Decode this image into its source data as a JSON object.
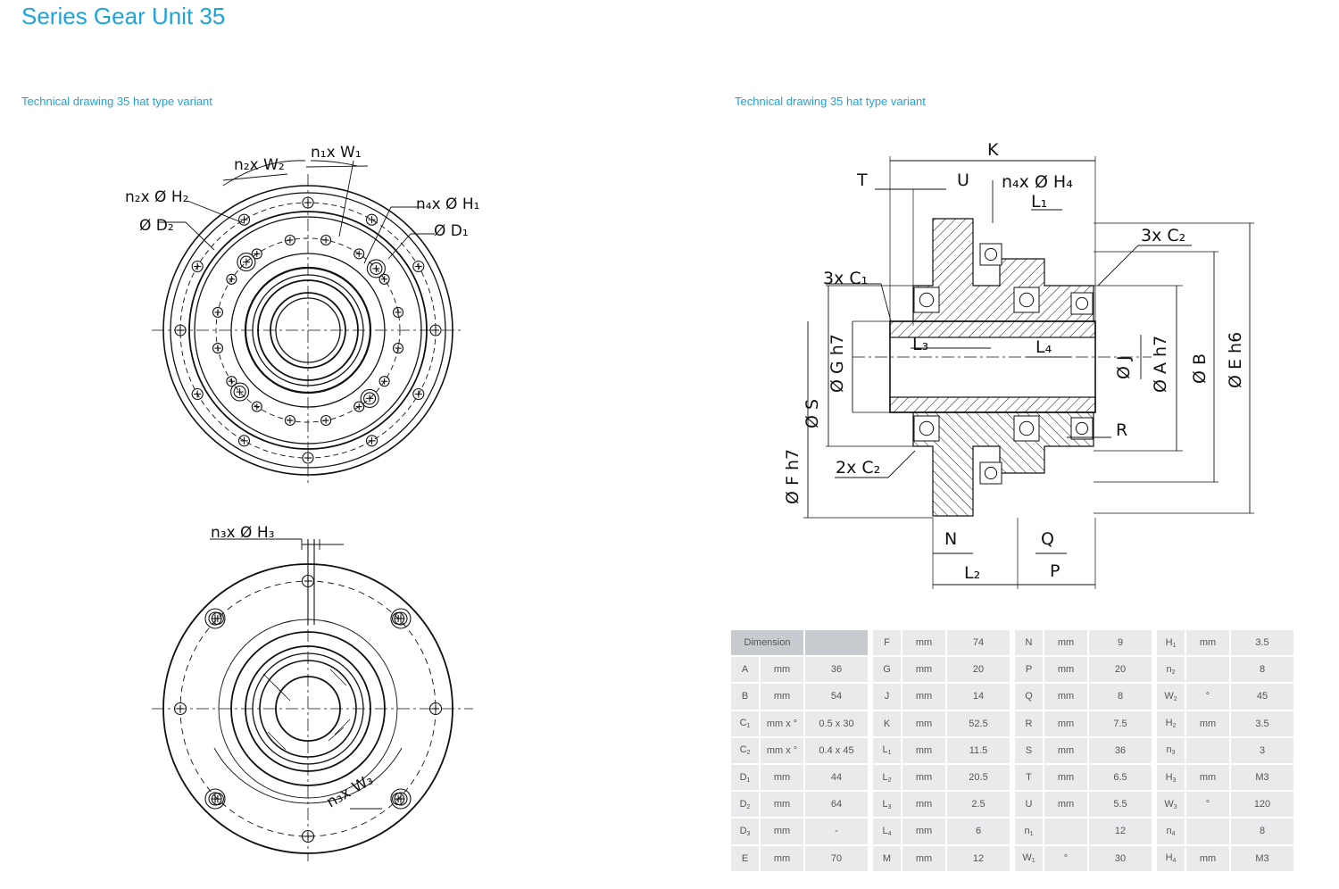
{
  "title": "Series Gear Unit 35",
  "captions": {
    "left": "Technical drawing 35 hat type variant",
    "right": "Technical drawing 35 hat type variant"
  },
  "drawing_labels": {
    "front": {
      "n2_w2": "n₂x W₂",
      "n1_w1": "n₁x W₁",
      "n2_h2": "n₂x Ø H₂",
      "n4_h1": "n₄x Ø H₁",
      "d2": "Ø D₂",
      "d1": "Ø D₁"
    },
    "rear": {
      "n3_h3": "n₃x Ø H₃",
      "n3_w3": "n₃x W₃"
    },
    "section": {
      "k": "K",
      "t": "T",
      "u": "U",
      "n4_h4": "n₄x Ø H₄",
      "l1": "L₁",
      "c2_3x": "3x C₂",
      "c1_3x": "3x C₁",
      "l3": "L₃",
      "l4": "L₄",
      "g": "Ø G h7",
      "j": "Ø J",
      "a": "Ø A h7",
      "b": "Ø B",
      "e": "Ø E h6",
      "s": "Ø S",
      "f": "Ø F h7",
      "r": "R",
      "c2_2x": "2x C₂",
      "n": "N",
      "q": "Q",
      "l2": "L₂",
      "p": "P"
    }
  },
  "table": {
    "header": "Dimension",
    "columns": [
      [
        {
          "dim": "A",
          "sub": "",
          "unit": "mm",
          "value": "36"
        },
        {
          "dim": "B",
          "sub": "",
          "unit": "mm",
          "value": "54"
        },
        {
          "dim": "C",
          "sub": "1",
          "unit": "mm x °",
          "value": "0.5 x 30"
        },
        {
          "dim": "C",
          "sub": "2",
          "unit": "mm x °",
          "value": "0.4 x 45"
        },
        {
          "dim": "D",
          "sub": "1",
          "unit": "mm",
          "value": "44"
        },
        {
          "dim": "D",
          "sub": "2",
          "unit": "mm",
          "value": "64"
        },
        {
          "dim": "D",
          "sub": "3",
          "unit": "mm",
          "value": "-"
        },
        {
          "dim": "E",
          "sub": "",
          "unit": "mm",
          "value": "70"
        }
      ],
      [
        {
          "dim": "F",
          "sub": "",
          "unit": "mm",
          "value": "74"
        },
        {
          "dim": "G",
          "sub": "",
          "unit": "mm",
          "value": "20"
        },
        {
          "dim": "J",
          "sub": "",
          "unit": "mm",
          "value": "14"
        },
        {
          "dim": "K",
          "sub": "",
          "unit": "mm",
          "value": "52.5"
        },
        {
          "dim": "L",
          "sub": "1",
          "unit": "mm",
          "value": "11.5"
        },
        {
          "dim": "L",
          "sub": "2",
          "unit": "mm",
          "value": "20.5"
        },
        {
          "dim": "L",
          "sub": "3",
          "unit": "mm",
          "value": "2.5"
        },
        {
          "dim": "L",
          "sub": "4",
          "unit": "mm",
          "value": "6"
        },
        {
          "dim": "M",
          "sub": "",
          "unit": "mm",
          "value": "12"
        }
      ],
      [
        {
          "dim": "N",
          "sub": "",
          "unit": "mm",
          "value": "9"
        },
        {
          "dim": "P",
          "sub": "",
          "unit": "mm",
          "value": "20"
        },
        {
          "dim": "Q",
          "sub": "",
          "unit": "mm",
          "value": "8"
        },
        {
          "dim": "R",
          "sub": "",
          "unit": "mm",
          "value": "7.5"
        },
        {
          "dim": "S",
          "sub": "",
          "unit": "mm",
          "value": "36"
        },
        {
          "dim": "T",
          "sub": "",
          "unit": "mm",
          "value": "6.5"
        },
        {
          "dim": "U",
          "sub": "",
          "unit": "mm",
          "value": "5.5"
        },
        {
          "dim": "n",
          "sub": "1",
          "unit": "",
          "value": "12"
        },
        {
          "dim": "W",
          "sub": "1",
          "unit": "°",
          "value": "30"
        }
      ],
      [
        {
          "dim": "H",
          "sub": "1",
          "unit": "mm",
          "value": "3.5"
        },
        {
          "dim": "n",
          "sub": "2",
          "unit": "",
          "value": "8"
        },
        {
          "dim": "W",
          "sub": "2",
          "unit": "°",
          "value": "45"
        },
        {
          "dim": "H",
          "sub": "2",
          "unit": "mm",
          "value": "3.5"
        },
        {
          "dim": "n",
          "sub": "3",
          "unit": "",
          "value": "3"
        },
        {
          "dim": "H",
          "sub": "3",
          "unit": "mm",
          "value": "M3"
        },
        {
          "dim": "W",
          "sub": "3",
          "unit": "°",
          "value": "120"
        },
        {
          "dim": "n",
          "sub": "4",
          "unit": "",
          "value": "8"
        },
        {
          "dim": "H",
          "sub": "4",
          "unit": "mm",
          "value": "M3"
        }
      ]
    ]
  }
}
